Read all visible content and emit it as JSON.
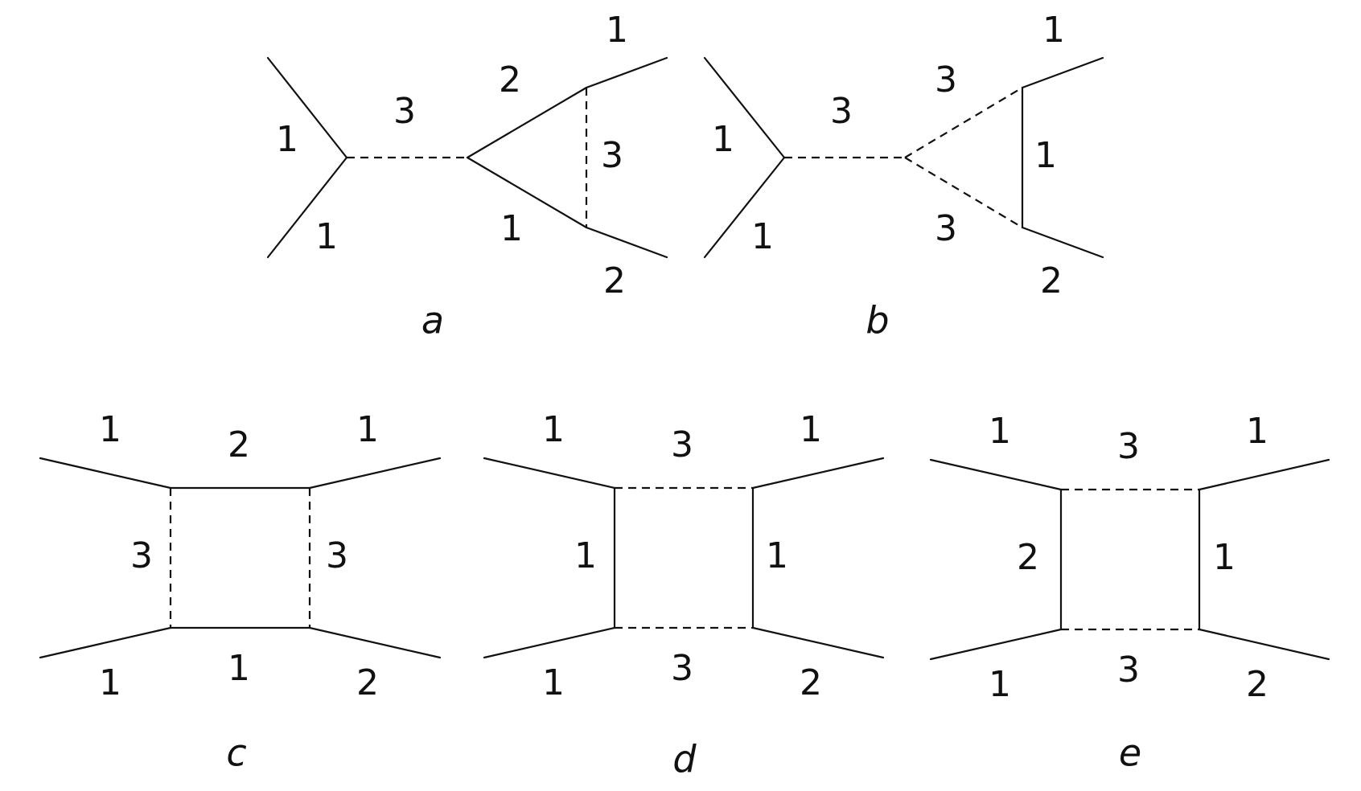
{
  "diagrams": {
    "a": {
      "caption": "a",
      "labels": {
        "ext_top_left": "1",
        "ext_bottom_left": "1",
        "propagator": "3",
        "loop_upper": "2",
        "loop_lower": "1",
        "loop_vertical": "3",
        "ext_top_right": "1",
        "ext_bottom_right": "2"
      }
    },
    "b": {
      "caption": "b",
      "labels": {
        "ext_top_left": "1",
        "ext_bottom_left": "1",
        "propagator": "3",
        "loop_upper": "3",
        "loop_lower": "3",
        "loop_vertical": "1",
        "ext_top_right": "1",
        "ext_bottom_right": "2"
      }
    },
    "c": {
      "caption": "c",
      "labels": {
        "ext_top_left": "1",
        "top": "2",
        "ext_top_right": "1",
        "left": "3",
        "right": "3",
        "ext_bottom_left": "1",
        "bottom": "1",
        "ext_bottom_right": "2"
      }
    },
    "d": {
      "caption": "d",
      "labels": {
        "ext_top_left": "1",
        "top": "3",
        "ext_top_right": "1",
        "left": "1",
        "right": "1",
        "ext_bottom_left": "1",
        "bottom": "3",
        "ext_bottom_right": "2"
      }
    },
    "e": {
      "caption": "e",
      "labels": {
        "ext_top_left": "1",
        "top": "3",
        "ext_top_right": "1",
        "left": "2",
        "right": "1",
        "ext_bottom_left": "1",
        "bottom": "3",
        "ext_bottom_right": "2"
      }
    }
  }
}
